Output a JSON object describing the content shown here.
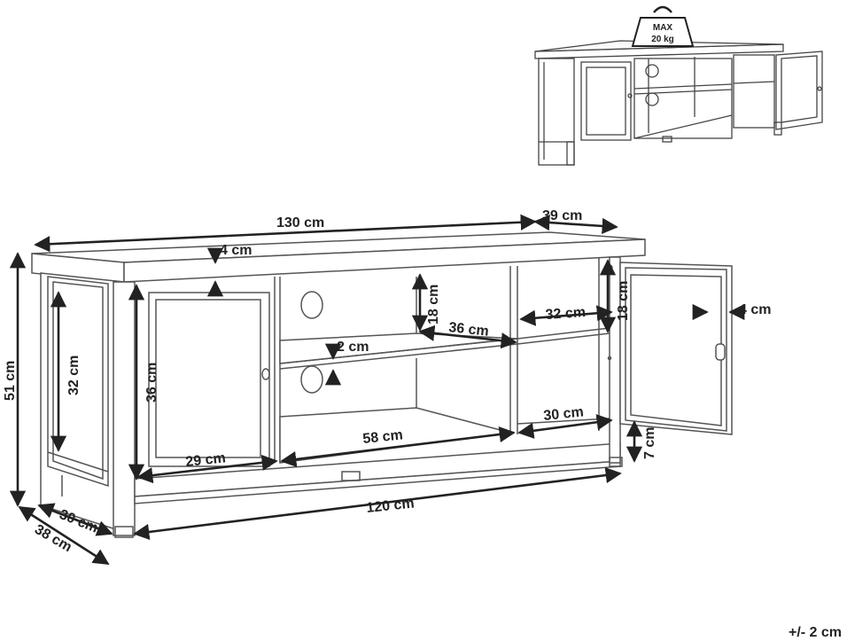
{
  "weight_badge": {
    "line1": "MAX",
    "line2": "20 kg"
  },
  "dimensions": {
    "total_width": "130 cm",
    "total_depth": "39 cm",
    "top_thickness": "4 cm",
    "total_height": "51 cm",
    "side_panel_height": "32 cm",
    "door_opening_height": "36 cm",
    "upper_shelf_gap": "18 cm",
    "shelf_depth": "36 cm",
    "shelf_thickness": "2 cm",
    "right_shelf_gap": "18 cm",
    "right_shelf_width": "32 cm",
    "door_thickness": "4 cm",
    "left_compartment_width": "29 cm",
    "middle_compartment_width": "58 cm",
    "right_compartment_width": "30 cm",
    "leg_height": "7 cm",
    "base_width": "120 cm",
    "inner_depth": "30 cm",
    "outer_depth": "38 cm"
  },
  "tolerance": "+/- 2 cm",
  "colors": {
    "line": "#222222",
    "background": "#ffffff"
  }
}
